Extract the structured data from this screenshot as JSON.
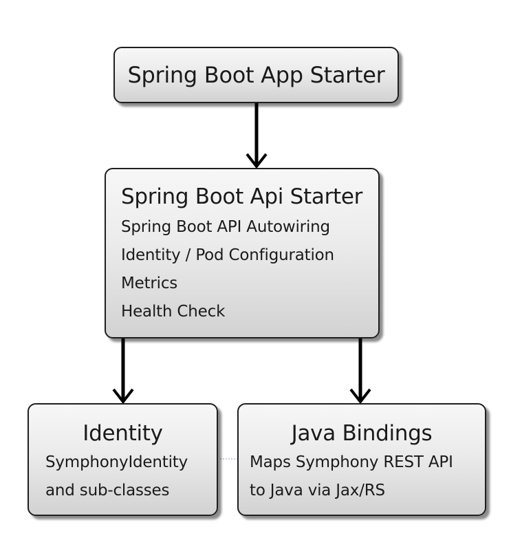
{
  "diagram": {
    "nodes": [
      {
        "id": "app-starter",
        "title": "Spring Boot App Starter",
        "lines": []
      },
      {
        "id": "api-starter",
        "title": "Spring Boot Api Starter",
        "lines": [
          "Spring Boot API Autowiring",
          "Identity / Pod Configuration",
          "Metrics",
          "Health Check"
        ]
      },
      {
        "id": "identity",
        "title": "Identity",
        "lines": [
          "SymphonyIdentity",
          "and sub-classes"
        ]
      },
      {
        "id": "java-bindings",
        "title": "Java Bindings",
        "lines": [
          "Maps Symphony REST API",
          "to Java via Jax/RS"
        ]
      }
    ],
    "edges": [
      {
        "from": "app-starter",
        "to": "api-starter",
        "style": "arrow"
      },
      {
        "from": "api-starter",
        "to": "identity",
        "style": "arrow"
      },
      {
        "from": "api-starter",
        "to": "java-bindings",
        "style": "arrow"
      },
      {
        "from": "identity",
        "to": "java-bindings",
        "style": "dashed"
      }
    ],
    "colors": {
      "border": "#1e1e1e",
      "fill_top": "#f7f7f7",
      "fill_bottom": "#d2d2d2",
      "connector": "#000000",
      "dashed_connector": "#9aa0b8"
    }
  }
}
